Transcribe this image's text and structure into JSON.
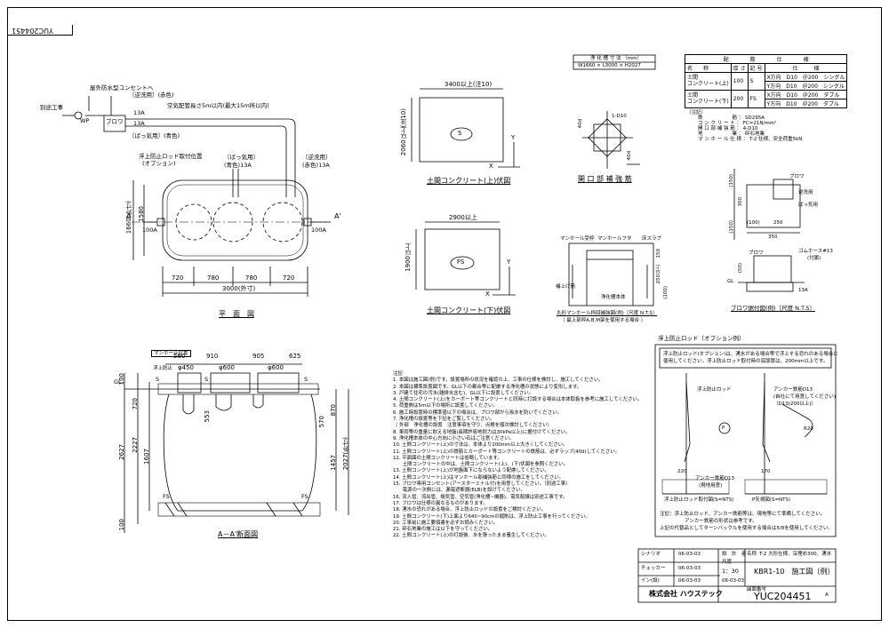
{
  "drawing_number_tab": "YUC204451",
  "plan_view": {
    "title": "平　面　図",
    "external_outlet": "屋外防水型コンセントへ",
    "ground_work": "別途工事",
    "wp": "WP",
    "blower_label": "ブロワ",
    "reverse_wash_air": "〔逆洗用〕(赤色)",
    "aeration_air": "〔ばっ気用〕(青色)",
    "pipe_13a_1": "13A",
    "pipe_13a_2": "13A",
    "air_pipe_note": "空気配管長さ5m以内(最大15ｍ所以内)",
    "float_rod_note": "浮上防止ロッド取付位置",
    "option": "(オプション)",
    "aeration_mid": "〔ばっ気用〕",
    "aeration_color": "(青色)13A",
    "reverse_mid": "〔逆洗用〕",
    "reverse_color": "(赤色)13A",
    "a_left": "A",
    "a_right": "A'",
    "pipe_100a_l": "100A",
    "pipe_100a_r": "100A",
    "dim_1580": "1580",
    "dim_1660": "1660(外寸)",
    "dim_720a": "720",
    "dim_780a": "780",
    "dim_780b": "780",
    "dim_720b": "720",
    "dim_3000": "3000(外寸)"
  },
  "section_view": {
    "title": "A－A'断面図",
    "manhole_pos": "マンホール位置",
    "float_fix": "浮上防止",
    "gl": "GL",
    "s_left": "S",
    "s_mid": "S",
    "s_right": "S",
    "fs_left": "FS",
    "fs_right": "FS",
    "dim_560": "560",
    "dim_910": "910",
    "dim_905": "905",
    "dim_625": "625",
    "phi450": "φ450",
    "phi600a": "φ600",
    "phi600b": "φ600",
    "dim_553": "553",
    "dim_720": "720",
    "dim_2227": "2227",
    "dim_2627": "2627",
    "dim_1607": "1607",
    "dim_100a": "100",
    "dim_100b": "100",
    "dim_870": "870",
    "dim_570": "570",
    "dim_1457": "1457",
    "dim_2027": "2027(外寸)"
  },
  "upper_slab": {
    "title": "土間コンクリート(上)伏図",
    "width": "3400以上(注10)",
    "height": "2060以上(注10)",
    "mark": "S",
    "y": "Y",
    "x": "X"
  },
  "lower_slab": {
    "title": "土間コンクリート(下)伏図",
    "width": "2900以上",
    "height": "1900以上",
    "mark": "FS",
    "y": "Y",
    "x": "X"
  },
  "tank_size": {
    "header": "浄 化 槽 寸 法 〔mm〕",
    "value": "W1660 × L3000 × H2027"
  },
  "opening_rebar": {
    "title": "開 口 部 補 強 筋",
    "rebar": "1-D10",
    "d40a": "40d",
    "d40b": "40d"
  },
  "manhole_detail": {
    "title": "丸形マンホール枠回補強図(例)〔尺度 N.T.S〕",
    "note": "（ 最上部枠A,B,M架を使用する場合 ）",
    "frame": "マンホール受枠",
    "cover": "マンホールフタ",
    "top_slab": "床スラブ",
    "rebar": "補上げ筋",
    "body": "浄化槽本体",
    "dim_150": "150",
    "dim_250": "250以上",
    "dim_100": "(100)"
  },
  "blower_detail": {
    "title": "ブロワ据付図(例)〔尺度 N.T.S〕",
    "blower": "ブロワ",
    "reverse": "逆洗用",
    "aeration": "ばっ気用",
    "dim_300": "300",
    "dim_100a": "(100)",
    "dim_250": "250",
    "dim_350": "350",
    "dim_150a": "(150)",
    "dim_150b": "(150)",
    "dim_50": "(50)",
    "gl": "GL",
    "hose": "ゴムホース#13",
    "hose2": "(付属)",
    "pipe": "13A",
    "blower2": "ブロワ"
  },
  "spec_table": {
    "header": "配　　　　筋　　　　仕　　　　様",
    "col1": "名　　称",
    "col2": "厚 さ",
    "col3": "記 号",
    "col4": "仕　　　様",
    "row1_name": "土間",
    "row1_name2": "コンクリート(上)",
    "row1_thick": "100",
    "row1_mark": "S",
    "row1_x": "X方向　D10　＠200　シングル",
    "row1_y": "Y方向　D10　＠200　シングル",
    "row2_name": "土間",
    "row2_name2": "コンクリート(下)",
    "row2_thick": "200",
    "row2_mark": "FS",
    "row2_x": "X方向　D10　＠200　ダブル",
    "row2_y": "Y方向　D10　＠200　ダブル",
    "note_head": "〔注記〕",
    "notes": [
      "鉄　　　　　　筋 ： SD295A",
      "コ ン ク リ ー ト ： FC=21N/mm²",
      "開 口 部 補 強 筋 ： 4-D10",
      "地　　　　　　業 ： 砕石地業",
      "マ ン ホ ー ル 仕 様 ： T-2 仕様、安全荷重5kN"
    ]
  },
  "float_option": {
    "title": "浮上防止ロッド〔オプション例〕",
    "desc1": "浮上防止ロッド(オプション)は、湧水がある場合等で浮上する恐れのある場合に",
    "desc2": "使用してください。浮上防止ロッド取付時の底版厚は、200mm以上です。",
    "rod": "浮上防止ロッド",
    "anchor": "アンカー鉄筋D13",
    "anchor2": "(自社にて用意してください)",
    "d13": "〔D13(200以上)〕",
    "p": "P",
    "r20": "R20",
    "d220": "220",
    "d170": "170",
    "anchor3": "アンカー鉄筋D13",
    "anchor3b": "(現地用意)",
    "label_left": "浮上防止ロッド取付図(S=NTS)",
    "label_right": "P矢視図(S=NTS)",
    "note1": "注記：浮上防止ロッド、アンカー鉄筋等は、現地等にて準備してください。",
    "note2": "アンカー鉄筋の形状は参考です。",
    "note3": "上記の代替品としてターンバックルを使用する場合は5/8を使用してください。"
  },
  "notes": {
    "head": "注記",
    "items": [
      "1. 本図は施工図(例)です。設置場所の状況を確認の上、工事の仕様を検討し、施工してください。",
      "2. 本図は標準設置図です。GL以下の都合等に配慮する浄化槽の状態により変形します。",
      "3. 戸建て住宅の汚水(雑排水含む)、GL以下に設置してください。",
      "4. 土間コンクリート(上)をカーポート等コンクリートと同時に打設する場合は本体取扱を参考に施工してください。",
      "5. 荷重側は5ｍ以下の場所に設置してください。",
      "6. 施工時設置時の標準値以下の場合は、ブロワ部から吸水を防いでください。",
      "7. 浄化槽の設置等を下記をご覧してください。",
      "〔 外部　浄化槽の設置　注意事項を守り、点検を順次検討してください〕",
      "8. 車両等の重量に耐える地盤(長期許容地耐力は30kPa以上)に据付けてください。",
      "9. 浄化槽本体の中心方向に小さい石はご注意ください。",
      "10. 土間コンクリート(上)の寸法は、本体より200mm以上大きくしてください。",
      "11. 土間コンクリート(上)の鉄筋とカーポート等コンクリートの鉄筋は、必ずラップ(40d)してください。",
      "12. 平面図の土間コンクリートは省略しています。",
      "　　土間コンクリートの中は、土間コンクリート(上)、(下)伏図を参照ください。",
      "13. 土間コンクリート(上)が地盤面下にならないよう配慮してください。",
      "14. 土間コンクリート(上)はマンホール部補強筋と同様の施工をしてください。",
      "15. ブロワ専用コンセント(アースターミナル付)を用意してください。〔別途工事〕",
      "　　電源の一次側には、漏電遮断器(ELB)を設けてください。",
      "16. 流入管、流出管、換気管、空気管(浄化槽~機器)、電気配線は別途工事です。",
      "17. ブロワは仕様の異なるものがあります。",
      "18. 湧水の恐れがある場合、浮上防止ロッドの設置をご検討ください。",
      "19. 土間コンクリート(下)上面より640~90cmの掘削は、浮上防止工事を行ってください。",
      "20. 工事前に施工要領書を必ずお読みください。",
      "21. 砕石地業の施工は以下を守ってください。",
      "22. 土間コンクリート(上)の打設後、水を張ったまま養生してください。"
    ]
  },
  "title_block": {
    "r1a": "シナリオ",
    "r1b": "06-03-03",
    "r2a": "チェッカー",
    "r2b": "06-03-03",
    "r3a": "イン(設)",
    "r3b": "06-03-03",
    "mid_a": "設　計　者",
    "mid_b": "尺度",
    "scale": "1：30",
    "date2": "06-03-03",
    "name_head": "名称",
    "name1": "T-2 大形仕様、深埋め300、湧水",
    "model": "KBR1-10　施工図〔例〕",
    "company": "株式会社 ハウステック",
    "drawing_head": "図面番号",
    "drawing_no": "YUC204451",
    "rev": "A"
  }
}
